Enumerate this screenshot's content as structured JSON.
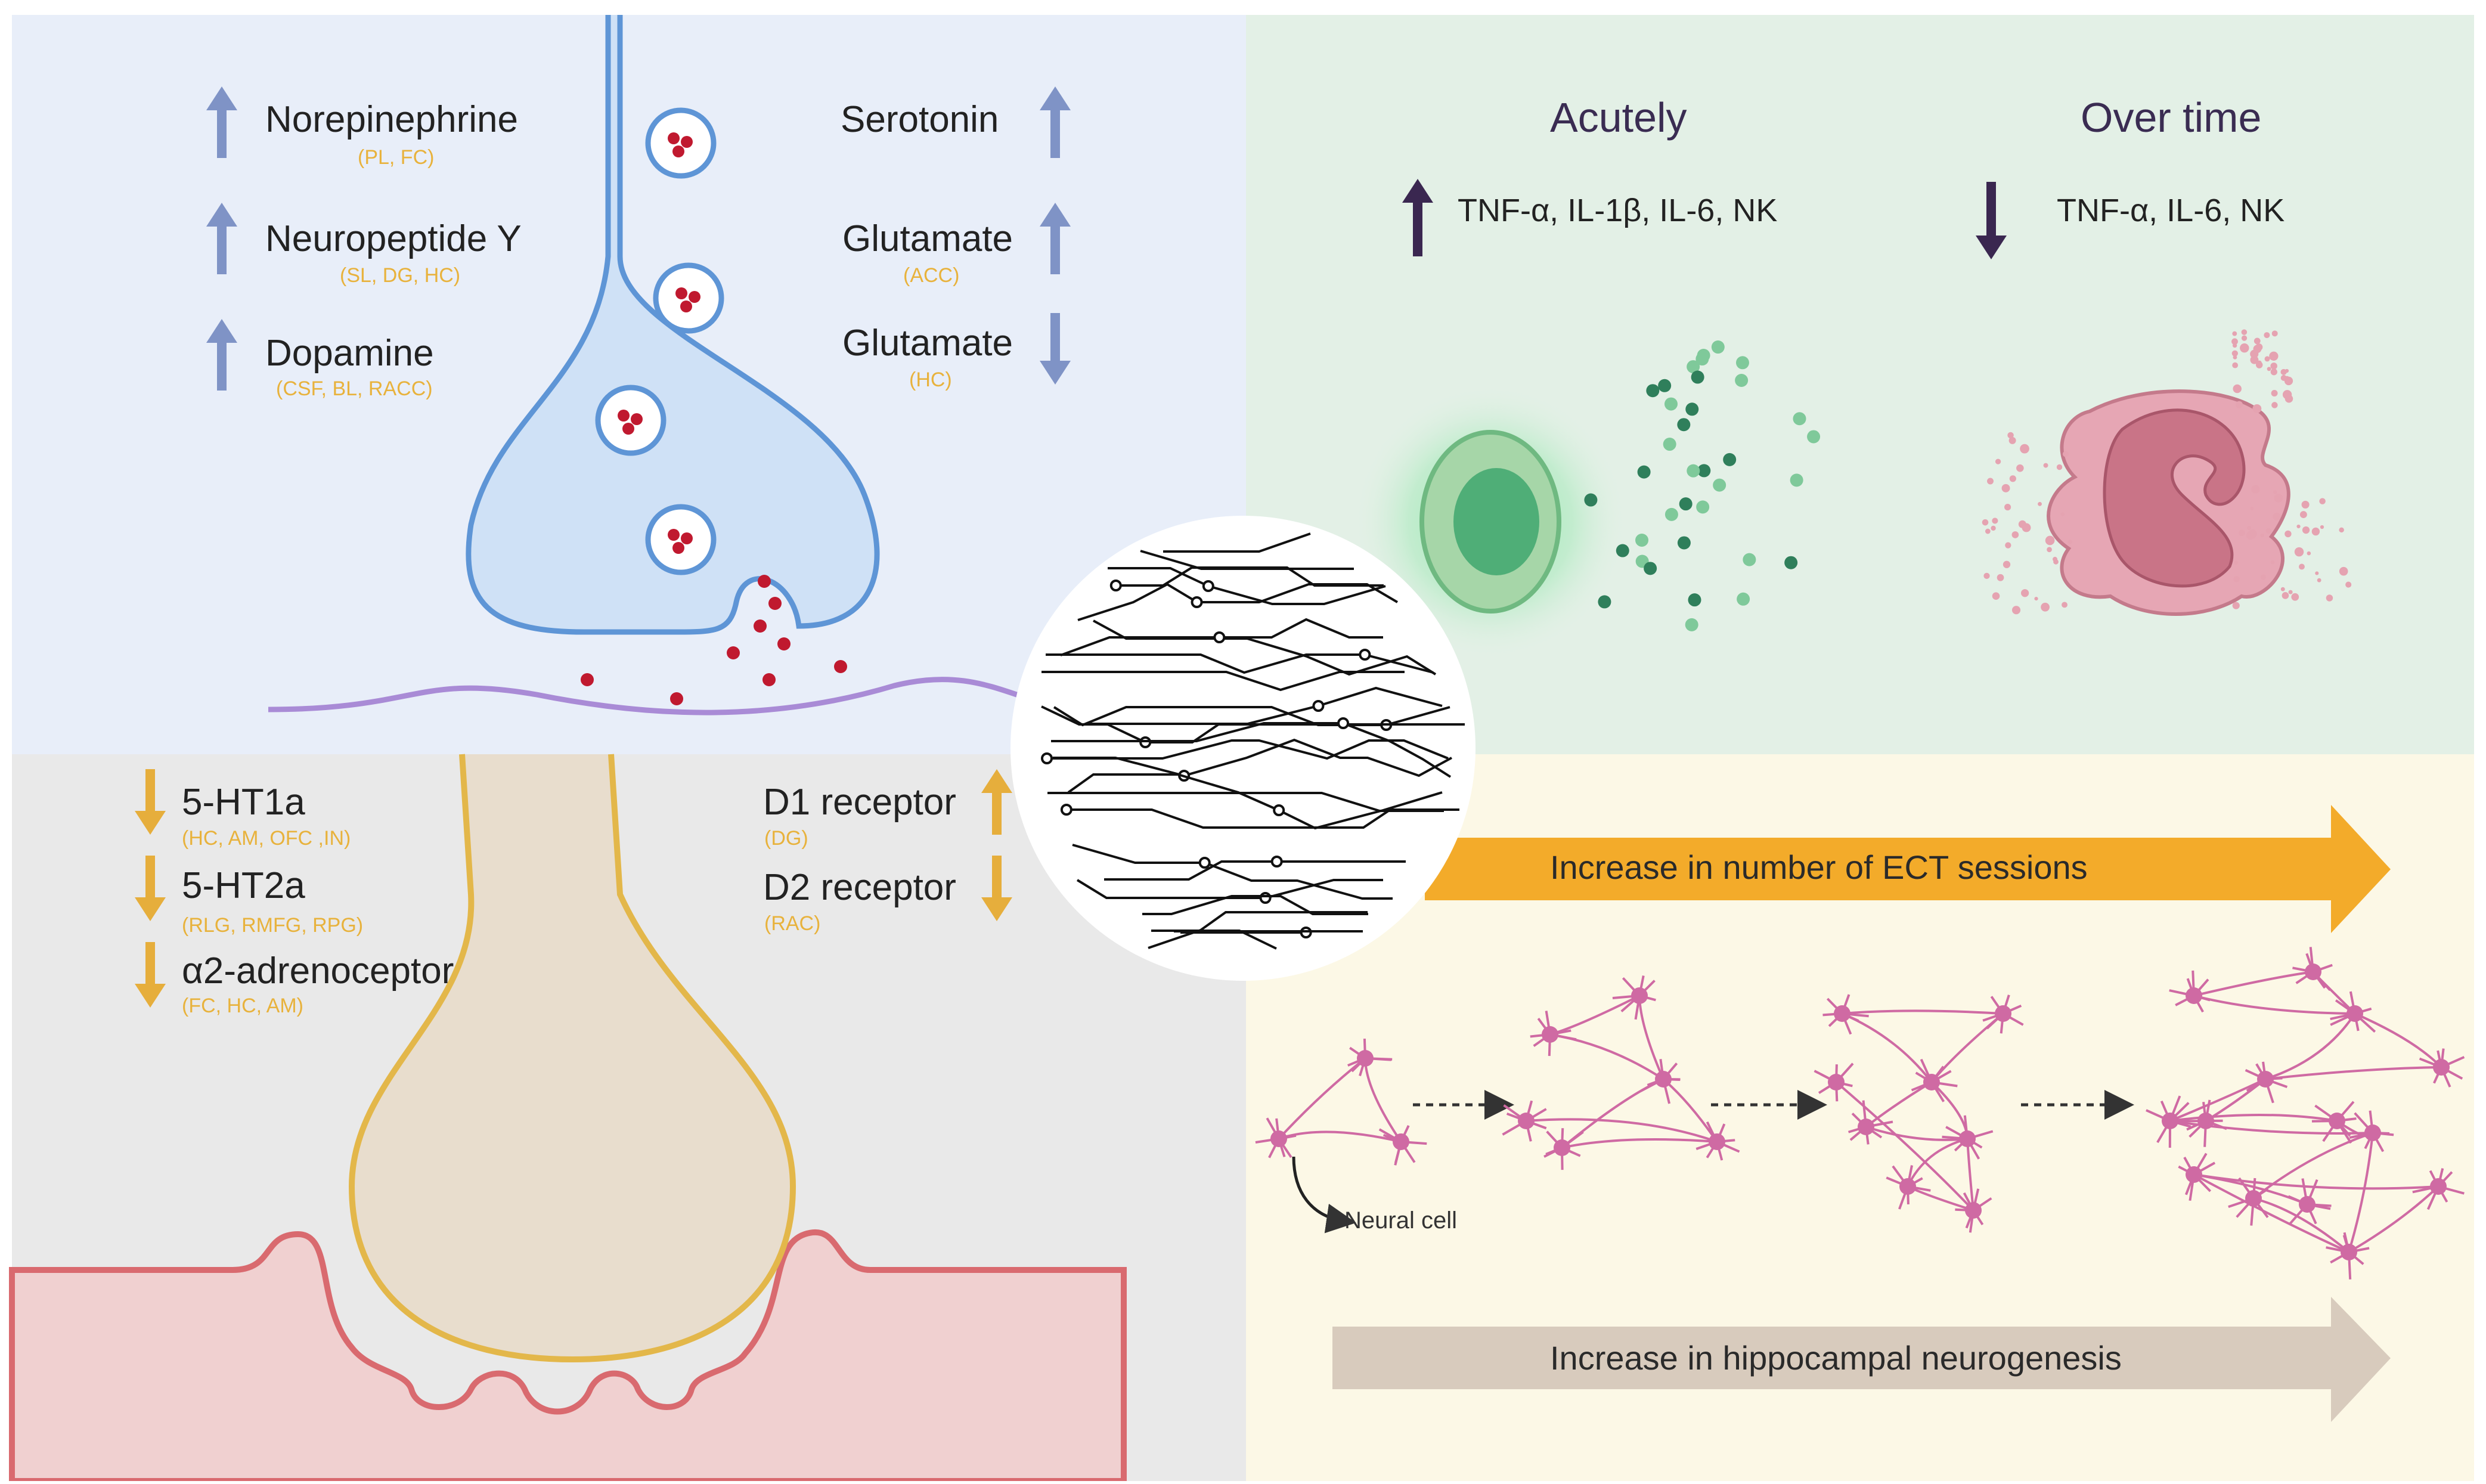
{
  "neurotransmitters": {
    "left": [
      {
        "name": "Norepinephrine",
        "regions": "(PL, FC)",
        "direction": "up"
      },
      {
        "name": "Neuropeptide Y",
        "regions": "(SL, DG, HC)",
        "direction": "up"
      },
      {
        "name": "Dopamine",
        "regions": "(CSF, BL, RACC)",
        "direction": "up"
      }
    ],
    "right": [
      {
        "name": "Serotonin",
        "regions": "",
        "direction": "up"
      },
      {
        "name": "Glutamate",
        "regions": "(ACC)",
        "direction": "up"
      },
      {
        "name": "Glutamate",
        "regions": "(HC)",
        "direction": "down"
      }
    ]
  },
  "receptors": {
    "left": [
      {
        "name": "5-HT1a",
        "regions": "(HC, AM, OFC ,IN)",
        "direction": "down"
      },
      {
        "name": "5-HT2a",
        "regions": "(RLG, RMFG, RPG)",
        "direction": "down"
      },
      {
        "name": "α2-adrenoceptor",
        "regions": "(FC, HC, AM)",
        "direction": "down"
      }
    ],
    "right": [
      {
        "name": "D1 receptor",
        "regions": "(DG)",
        "direction": "up"
      },
      {
        "name": "D2 receptor",
        "regions": "(RAC)",
        "direction": "down"
      }
    ]
  },
  "immune": {
    "acutely": {
      "title": "Acutely",
      "cytokines": "TNF-α, IL-1β, IL-6, NK",
      "direction": "up"
    },
    "over_time": {
      "title": "Over time",
      "cytokines": "TNF-α, IL-6, NK",
      "direction": "down"
    }
  },
  "neurogenesis": {
    "ect_arrow_label": "Increase in number of  ECT sessions",
    "neuro_arrow_label": "Increase in hippocampal neurogenesis",
    "neural_cell_label": "Neural cell"
  },
  "colors": {
    "panel_tl": "#e8eef9",
    "panel_tr": "#e3f0e6",
    "panel_bl": "#e9e9e9",
    "panel_br": "#fcf8e6",
    "blue_arrow": "#7f93c6",
    "yellow_arrow": "#e6ae3c",
    "orange_arrow": "#f3ab2a",
    "beige_arrow": "#d8cbbd",
    "neuron": "#cf6aa3",
    "cytokine_arrow": "#3a2750"
  }
}
